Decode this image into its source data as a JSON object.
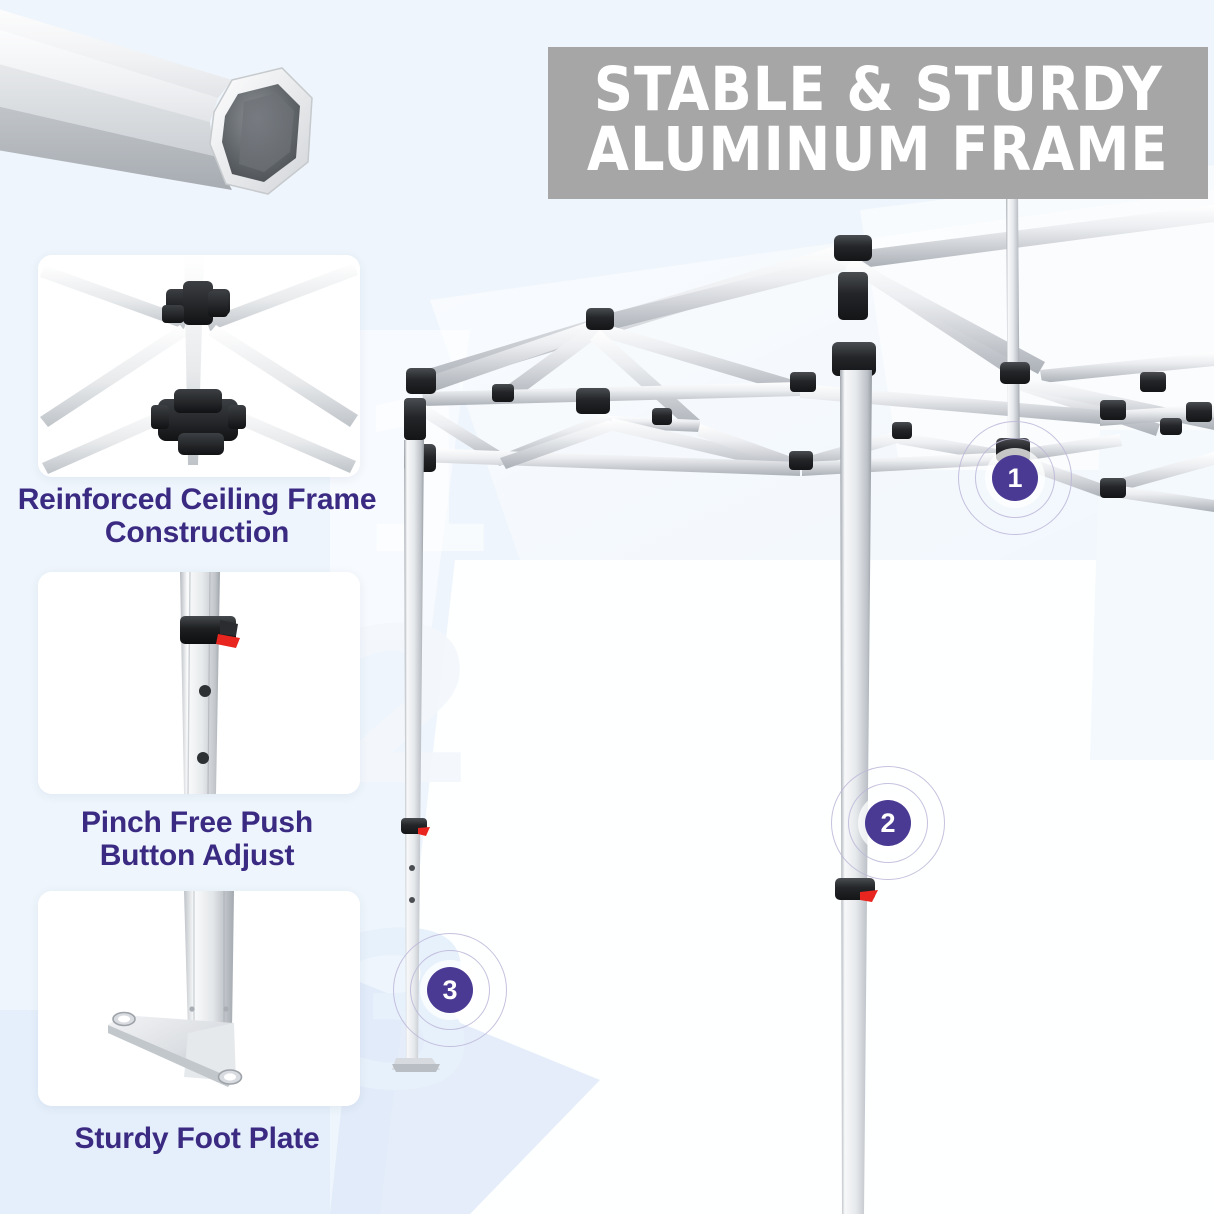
{
  "theme": {
    "background_color": "#eef5fc",
    "banner_color": "#a6a6a6",
    "banner_text_color": "#ffffff",
    "caption_color": "#3a2a82",
    "badge_color": "#4b3a93",
    "badge_ring_color": "#bcb6d8",
    "card_color": "#ffffff",
    "accent_red": "#e8261f",
    "aluminum_light": "#f4f5f7",
    "aluminum_mid": "#c9ccd1",
    "aluminum_dark": "#9aa0a7",
    "connector_black": "#222426"
  },
  "banner": {
    "line1": "STABLE & STURDY",
    "line2": "ALUMINUM FRAME"
  },
  "hero": {
    "name": "hexagonal-aluminum-tube-photo",
    "alt": "Hexagonal cross-section aluminum tube"
  },
  "features": [
    {
      "id": 1,
      "image_name": "reinforced-ceiling-frame-photo",
      "caption_line1": "Reinforced Ceiling Frame",
      "caption_line2": "Construction",
      "caption": "Reinforced Ceiling Frame Construction"
    },
    {
      "id": 2,
      "image_name": "push-button-adjust-photo",
      "caption_line1": "Pinch Free Push",
      "caption_line2": "Button Adjust",
      "caption": "Pinch Free Push Button Adjust"
    },
    {
      "id": 3,
      "image_name": "sturdy-foot-plate-photo",
      "caption_line1": "Sturdy Foot Plate",
      "caption_line2": "",
      "caption": "Sturdy Foot Plate"
    }
  ],
  "badges": [
    {
      "label": "1",
      "target": "ceiling-truss-joint"
    },
    {
      "label": "2",
      "target": "center-pole-push-button"
    },
    {
      "label": "3",
      "target": "leg-foot-plate"
    }
  ],
  "watermarks": [
    "1",
    "2",
    "3"
  ],
  "main_illustration": {
    "name": "pop-up-canopy-aluminum-frame",
    "alt": "White pop-up canopy aluminum scissor frame with black connectors"
  }
}
